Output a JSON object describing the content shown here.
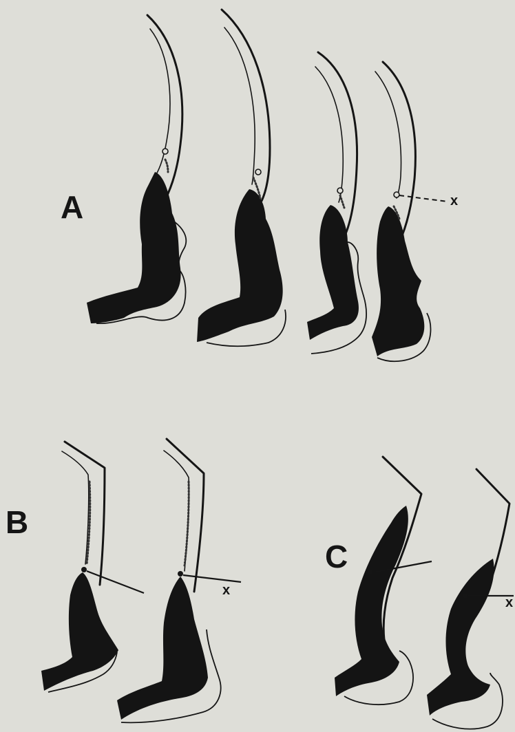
{
  "panels": {
    "a": {
      "label": "A",
      "marker": "x"
    },
    "b": {
      "label": "B",
      "marker": "x"
    },
    "c": {
      "label": "C",
      "marker": "x"
    }
  }
}
